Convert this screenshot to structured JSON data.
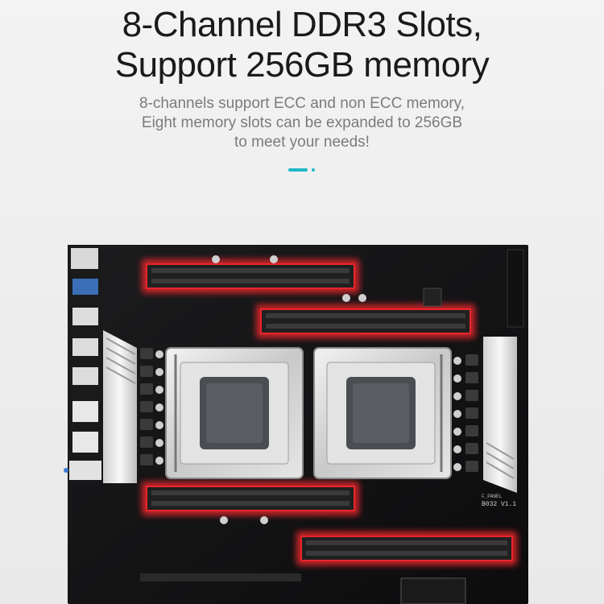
{
  "headline": {
    "line1": "8-Channel DDR3 Slots,",
    "line2": "Support 256GB memory"
  },
  "description": {
    "line1": "8-channels support ECC and non ECC memory,",
    "line2": "Eight memory slots can be expanded to 256GB",
    "line3": "to meet your needs!"
  },
  "accent_color": "#1fb7c8",
  "board": {
    "icon": "motherboard-photo",
    "ram_glow_color": "#e8262b",
    "silkscreen": {
      "model": "B032 V1.1",
      "panel": "F_PANEL"
    }
  }
}
